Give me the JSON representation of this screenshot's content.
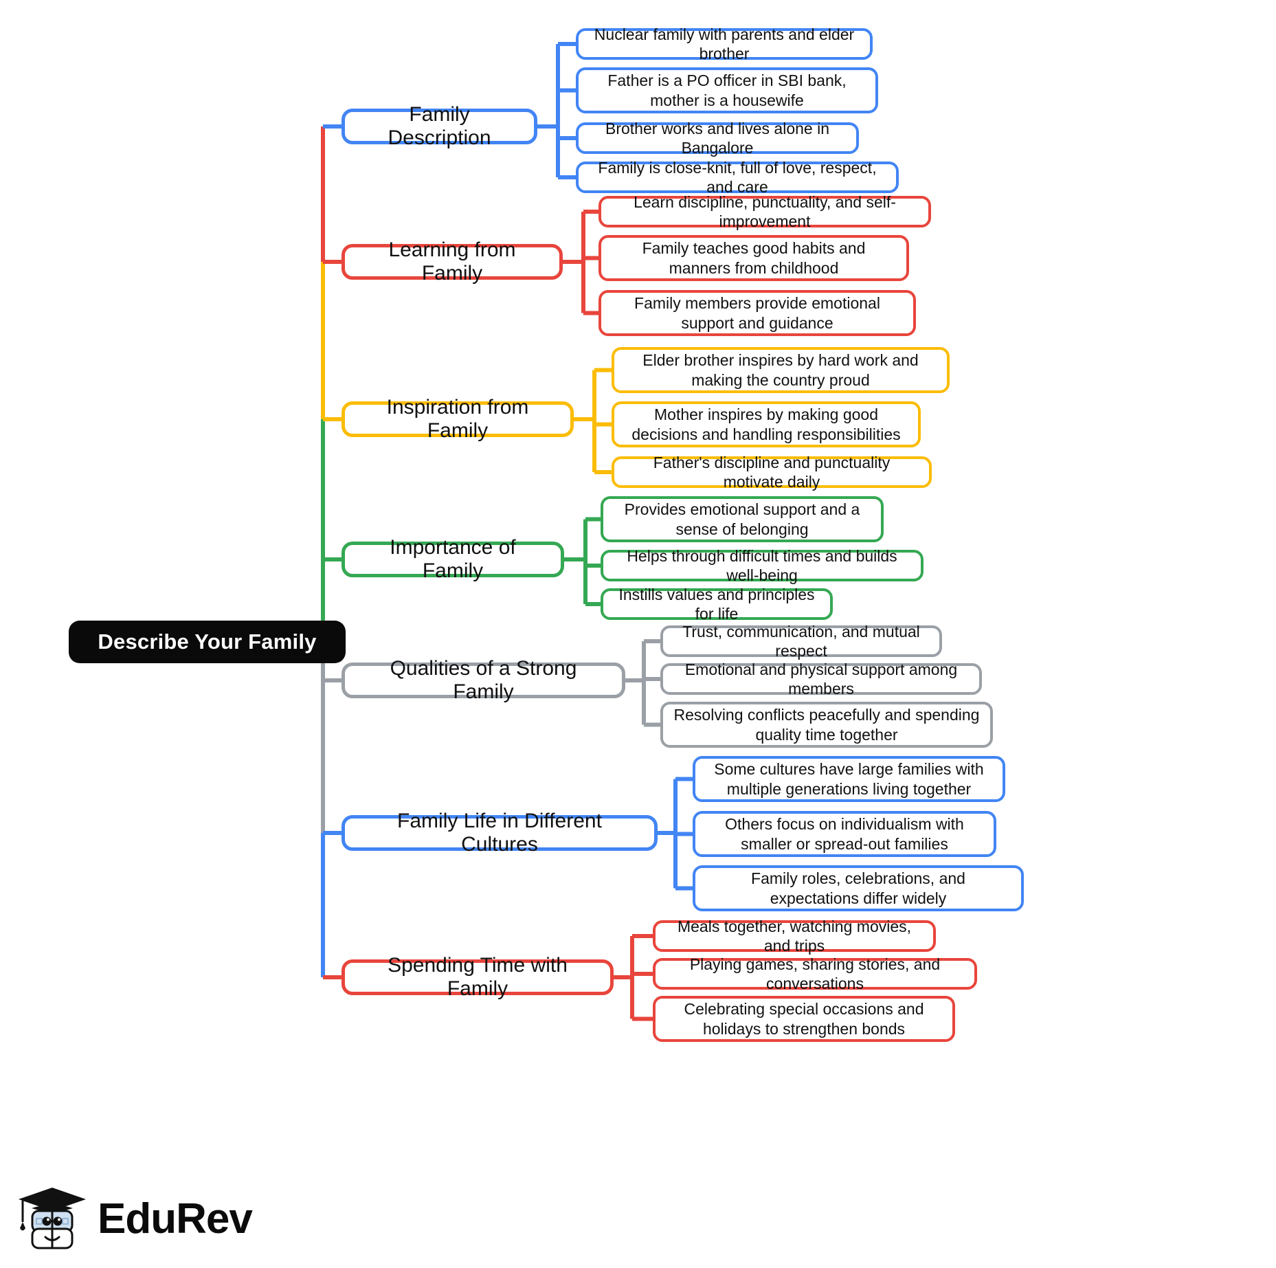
{
  "title": "Describe Your Family",
  "diagram": {
    "type": "mind-map",
    "orientation": "left-to-right",
    "root": {
      "label": "Describe Your Family",
      "color": "#0a0a0a",
      "text_color": "#ffffff"
    },
    "colors": {
      "blue": "#4285f4",
      "red": "#e8453c",
      "yellow": "#fbbc05",
      "green": "#34a853",
      "gray": "#9aa0a6",
      "black": "#0a0a0a"
    },
    "branches": [
      {
        "label": "Family Description",
        "color": "#4285f4",
        "children": [
          "Nuclear family with parents and elder brother",
          "Father is a PO officer in SBI bank, mother is a housewife",
          "Brother works and lives alone in Bangalore",
          "Family is close-knit, full of love, respect, and care"
        ]
      },
      {
        "label": "Learning from Family",
        "color": "#e8453c",
        "children": [
          "Learn discipline, punctuality, and self-improvement",
          "Family teaches good habits and manners from childhood",
          "Family members provide emotional support and guidance"
        ]
      },
      {
        "label": "Inspiration from Family",
        "color": "#fbbc05",
        "children": [
          "Elder brother inspires by hard work and making the country proud",
          "Mother inspires by making good decisions and handling responsibilities",
          "Father's discipline and punctuality motivate daily"
        ]
      },
      {
        "label": "Importance of Family",
        "color": "#34a853",
        "children": [
          "Provides emotional support and a sense of belonging",
          "Helps through difficult times and builds well-being",
          "Instills values and principles for life"
        ]
      },
      {
        "label": "Qualities of a Strong Family",
        "color": "#9aa0a6",
        "children": [
          "Trust, communication, and mutual respect",
          "Emotional and physical support among members",
          "Resolving conflicts peacefully and spending quality time together"
        ]
      },
      {
        "label": "Family Life in Different Cultures",
        "color": "#4285f4",
        "children": [
          "Some cultures have large families with multiple generations living together",
          "Others focus on individualism with smaller or spread-out families",
          "Family roles, celebrations, and expectations differ widely"
        ]
      },
      {
        "label": "Spending Time with Family",
        "color": "#e8453c",
        "children": [
          "Meals together, watching movies, and trips",
          "Playing games, sharing stories, and conversations",
          "Celebrating special occasions and holidays to strengthen bonds"
        ]
      }
    ]
  },
  "logo": {
    "text": "EduRev",
    "icon": "graduation-cap-book-logo"
  }
}
